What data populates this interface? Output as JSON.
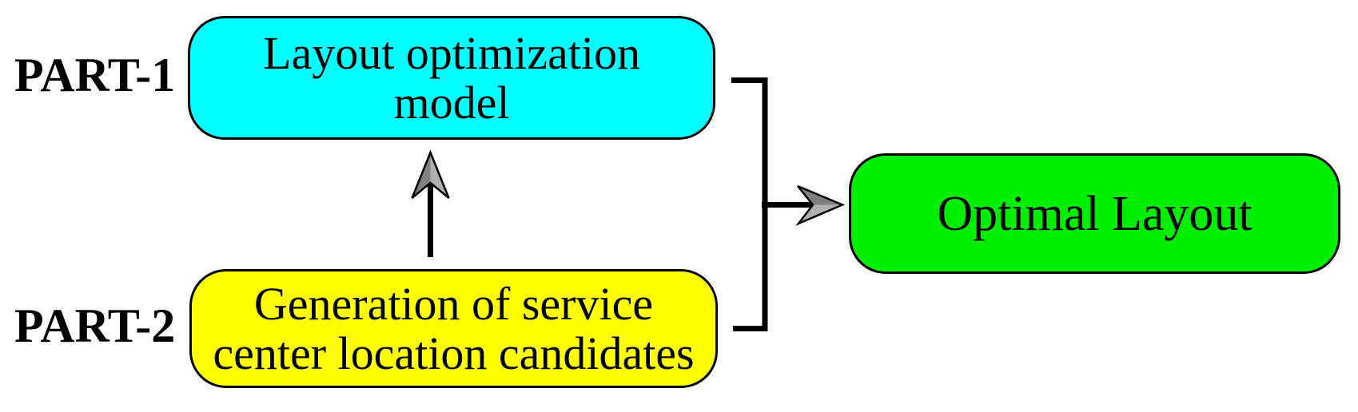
{
  "diagram": {
    "labels": {
      "part1": "PART-1",
      "part2": "PART-2"
    },
    "boxes": {
      "layout_model": {
        "line1": "Layout optimization",
        "line2": "model",
        "fill": "#00ffff"
      },
      "candidates": {
        "line1": "Generation of service",
        "line2": "center location candidates",
        "fill": "#ffff00"
      },
      "optimal": {
        "text": "Optimal Layout",
        "fill": "#00ee00"
      }
    },
    "connector": {
      "stroke": "#000000",
      "arrowhead_dark": "#808080",
      "arrowhead_light": "#b0b0b0"
    }
  }
}
